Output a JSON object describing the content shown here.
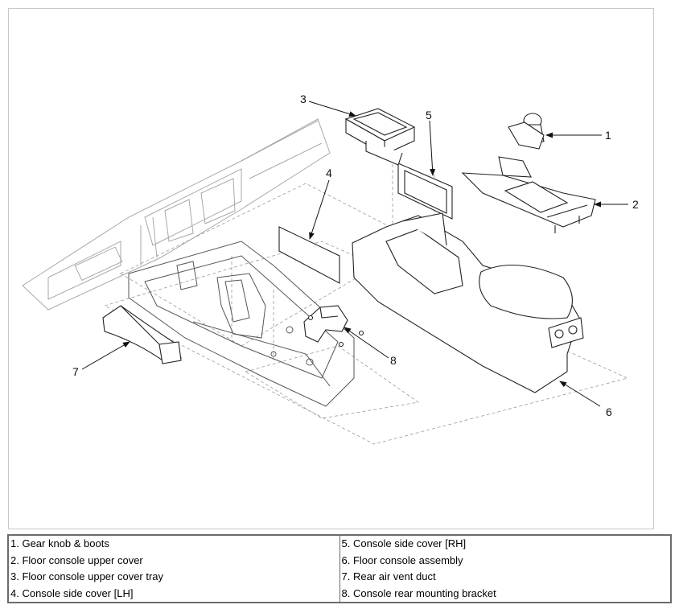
{
  "diagram": {
    "callouts": [
      "1",
      "2",
      "3",
      "4",
      "5",
      "6",
      "7",
      "8"
    ]
  },
  "legend": {
    "left": [
      "1. Gear knob & boots",
      "2. Floor console upper cover",
      "3. Floor console upper cover tray",
      "4. Console side cover [LH]"
    ],
    "right": [
      "5. Console side cover [RH]",
      "6. Floor console assembly",
      "7. Rear air vent duct",
      "8. Console rear mounting bracket"
    ]
  }
}
